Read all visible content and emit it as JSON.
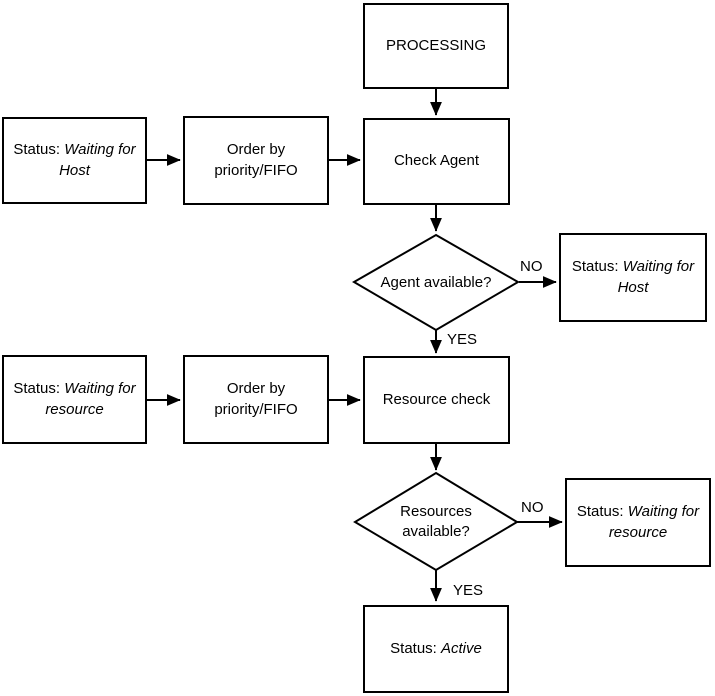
{
  "colors": {
    "line": "#000000",
    "node_fill": "#ffffff",
    "text": "#000000",
    "background": "#ffffff"
  },
  "nodes": {
    "processing": {
      "label": "PROCESSING"
    },
    "waiting_host_left": {
      "prefix": "Status: ",
      "value": "Waiting for Host"
    },
    "order_priority_1": {
      "line1": "Order by",
      "line2": "priority/FIFO"
    },
    "check_agent": {
      "label": "Check Agent"
    },
    "agent_available": {
      "label": "Agent available?"
    },
    "waiting_host_right": {
      "prefix": "Status: ",
      "value": "Waiting for Host"
    },
    "waiting_resource_left": {
      "prefix": "Status: ",
      "value": "Waiting for resource"
    },
    "order_priority_2": {
      "line1": "Order by",
      "line2": "priority/FIFO"
    },
    "resource_check": {
      "label": "Resource check"
    },
    "resources_available": {
      "line1": "Resources",
      "line2": "available?"
    },
    "waiting_resource_right": {
      "prefix": "Status: ",
      "value": "Waiting for resource"
    },
    "status_active": {
      "prefix": "Status: ",
      "value": "Active"
    }
  },
  "edge_labels": {
    "agent_no": "NO",
    "agent_yes": "YES",
    "resources_no": "NO",
    "resources_yes": "YES"
  }
}
